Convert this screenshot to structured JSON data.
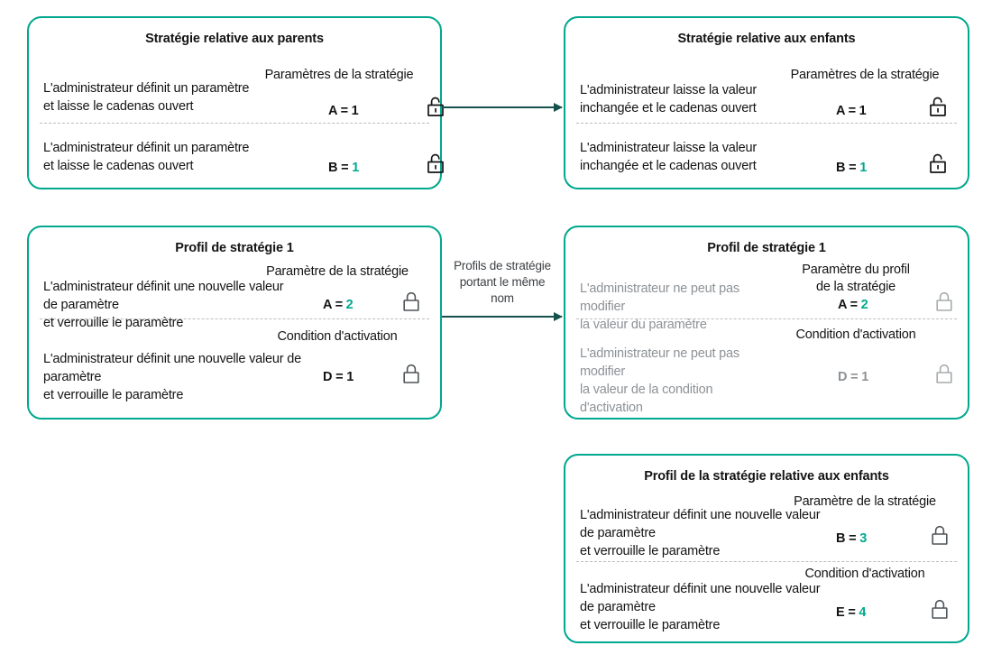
{
  "colors": {
    "card_border": "#00a88e",
    "accent": "#00a88e",
    "text": "#141414",
    "muted": "#8d9296",
    "connector": "#16524d",
    "divider": "#b9bdc0"
  },
  "cards": {
    "parent_policy": {
      "title": "Stratégie relative aux\nparents",
      "rows": [
        {
          "header": "Paramètres de la stratégie",
          "description": "L'administrateur définit un paramètre\net laisse le cadenas ouvert",
          "value_key": "A",
          "value_sep": " = ",
          "value_num": "1",
          "value_num_accent": false,
          "lock": "lock-open-icon",
          "muted": false
        },
        {
          "header": "",
          "description": "L'administrateur définit un paramètre\net laisse le cadenas ouvert",
          "value_key": "B",
          "value_sep": " = ",
          "value_num": "1",
          "value_num_accent": true,
          "lock": "lock-open-icon",
          "muted": false
        }
      ]
    },
    "child_policy": {
      "title": "Stratégie relative aux\nenfants",
      "rows": [
        {
          "header": "Paramètres de la stratégie",
          "description": "L'administrateur laisse la valeur\ninchangée et le cadenas ouvert",
          "value_key": "A",
          "value_sep": " = ",
          "value_num": "1",
          "value_num_accent": false,
          "lock": "lock-open-icon",
          "muted": false
        },
        {
          "header": "",
          "description": "L'administrateur laisse la valeur\ninchangée et le cadenas ouvert",
          "value_key": "B",
          "value_sep": " = ",
          "value_num": "1",
          "value_num_accent": true,
          "lock": "lock-open-icon",
          "muted": false
        }
      ]
    },
    "policy_profile_left": {
      "title": "Profil de stratégie 1",
      "rows": [
        {
          "header": "Paramètre de la stratégie",
          "description": "L'administrateur définit une nouvelle valeur\nde paramètre\n et verrouille le paramètre",
          "value_key": "A",
          "value_sep": " = ",
          "value_num": "2",
          "value_num_accent": true,
          "lock": "lock-closed-icon",
          "muted": false
        },
        {
          "header": "Condition d'activation",
          "description": "L'administrateur définit une nouvelle valeur de\nparamètre\n et verrouille le paramètre",
          "value_key": "D",
          "value_sep": " = ",
          "value_num": "1",
          "value_num_accent": false,
          "lock": "lock-closed-icon",
          "muted": false
        }
      ]
    },
    "policy_profile_right": {
      "title": "Profil de stratégie 1",
      "rows": [
        {
          "header": "Paramètre du profil\nde la stratégie",
          "description": "L'administrateur ne peut pas modifier\n la valeur du paramètre",
          "value_key": "A",
          "value_sep": " = ",
          "value_num": "2",
          "value_num_accent": true,
          "lock": "lock-closed-icon",
          "muted": true
        },
        {
          "header": "Condition d'activation",
          "description": "L'administrateur ne peut pas modifier\nla valeur de la condition\nd'activation",
          "value_key": "D",
          "value_sep": " = ",
          "value_num": "1",
          "value_num_accent": false,
          "lock": "lock-closed-icon",
          "muted": true
        }
      ]
    },
    "child_policy_profile": {
      "title": "Profil de la stratégie relative aux enfants",
      "rows": [
        {
          "header": "Paramètre de la stratégie",
          "description": "L'administrateur définit une nouvelle valeur\nde paramètre\n et verrouille le paramètre",
          "value_key": "B",
          "value_sep": " = ",
          "value_num": "3",
          "value_num_accent": true,
          "lock": "lock-closed-icon",
          "muted": false
        },
        {
          "header": "Condition d'activation",
          "description": "L'administrateur définit une nouvelle valeur\nde paramètre\n et verrouille le paramètre",
          "value_key": "E",
          "value_sep": " = ",
          "value_num": "4",
          "value_num_accent": true,
          "lock": "lock-closed-icon",
          "muted": false
        }
      ]
    }
  },
  "connectors": {
    "top": {
      "label": ""
    },
    "middle": {
      "label": "Profils de stratégie\nportant le même\nnom"
    }
  }
}
